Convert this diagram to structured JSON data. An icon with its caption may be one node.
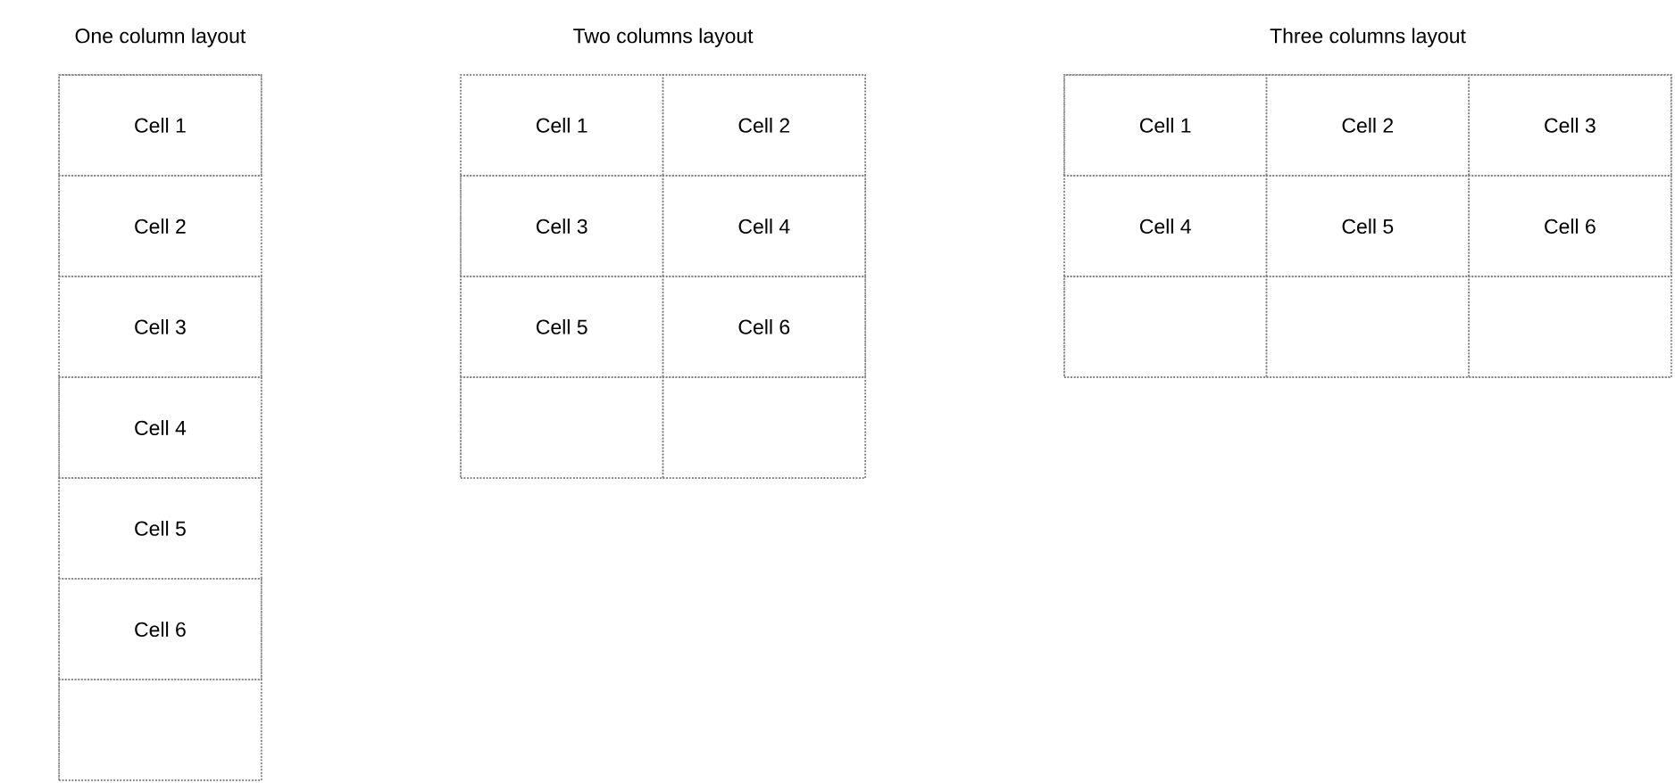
{
  "diagram": {
    "nodes": [
      {
        "text": [
          "One column layout"
        ]
      },
      {
        "text": [
          "Cell 1"
        ],
        "in": 0
      },
      {
        "text": [
          "Cell 2"
        ],
        "in": 0
      },
      {
        "text": [
          "Cell 3"
        ],
        "in": 0
      },
      {
        "text": [
          "Cell 4"
        ],
        "in": 0
      },
      {
        "text": [
          "Cell 5"
        ],
        "in": 0
      },
      {
        "text": [
          "Cell 6"
        ],
        "in": 0
      },
      {
        "text": [],
        "shape": "box",
        "in": 0
      },
      {
        "text": [
          "Two columns layout"
        ]
      },
      {
        "text": [
          "Cell 1"
        ],
        "in": 8
      },
      {
        "text": [
          "Cell 2"
        ],
        "in": 8
      },
      {
        "text": [
          "Cell 3"
        ],
        "in": 8
      },
      {
        "text": [
          "Cell 4"
        ],
        "in": 8
      },
      {
        "text": [
          "Cell 5"
        ],
        "in": 8
      },
      {
        "text": [
          "Cell 6"
        ],
        "in": 8
      },
      {
        "text": [],
        "shape": "box",
        "in": 8
      },
      {
        "text": [],
        "shape": "box",
        "in": 8
      },
      {
        "text": [
          "Three columns layout"
        ]
      },
      {
        "text": [
          "Cell 1"
        ],
        "in": 17
      },
      {
        "text": [
          "Cell 2"
        ],
        "in": 17
      },
      {
        "text": [
          "Cell 3"
        ],
        "in": 17
      },
      {
        "text": [
          "Cell 4"
        ],
        "in": 17
      },
      {
        "text": [
          "Cell 5"
        ],
        "in": 17
      },
      {
        "text": [
          "Cell 6"
        ],
        "in": 17
      },
      {
        "text": [],
        "shape": "box",
        "in": 17
      },
      {
        "text": [],
        "shape": "box",
        "in": 17
      },
      {
        "text": [],
        "shape": "box",
        "in": 17
      }
    ]
  }
}
